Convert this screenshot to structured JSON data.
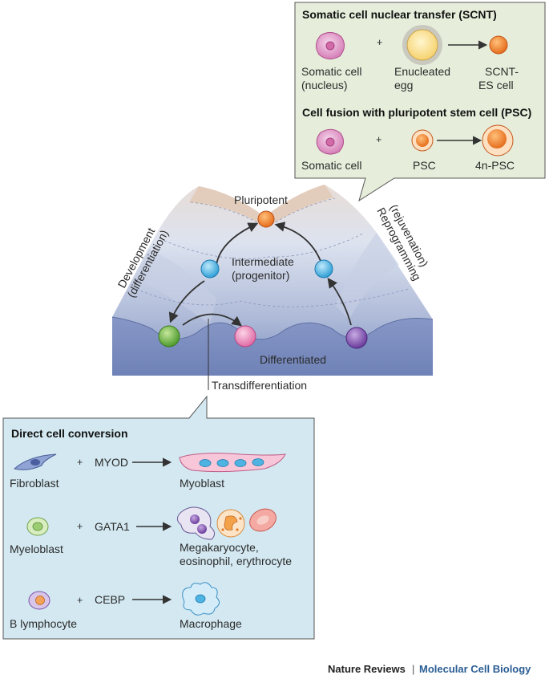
{
  "top_panel": {
    "scnt_title": "Somatic cell nuclear transfer (SCNT)",
    "scnt_somatic_l1": "Somatic cell",
    "scnt_somatic_l2": "(nucleus)",
    "plus": "+",
    "enucleated_l1": "Enucleated",
    "enucleated_l2": "egg",
    "scnt_es_l1": "SCNT-",
    "scnt_es_l2": "ES cell",
    "fusion_title": "Cell fusion with pluripotent stem cell (PSC)",
    "fusion_somatic": "Somatic cell",
    "psc": "PSC",
    "psc4n": "4n-PSC"
  },
  "landscape": {
    "pluripotent": "Pluripotent",
    "intermediate_l1": "Intermediate",
    "intermediate_l2": "(progenitor)",
    "differentiated": "Differentiated",
    "development_l1": "Development",
    "development_l2": "(differentiation)",
    "reprogramming_l1": "Reprogramming",
    "reprogramming_l2": "(rejuvenation)",
    "transdifferentiation": "Transdifferentiation"
  },
  "bottom_panel": {
    "title": "Direct cell conversion",
    "rows": [
      {
        "source": "Fibroblast",
        "factor": "MYOD",
        "target_l1": "Myoblast",
        "target_l2": ""
      },
      {
        "source": "Myeloblast",
        "factor": "GATA1",
        "target_l1": "Megakaryocyte,",
        "target_l2": "eosinophil, erythrocyte"
      },
      {
        "source": "B lymphocyte",
        "factor": "CEBP",
        "target_l1": "Macrophage",
        "target_l2": ""
      }
    ],
    "plus": "+"
  },
  "footer": {
    "journal": "Nature Reviews",
    "separator": "|",
    "subjournal": "Molecular Cell Biology"
  }
}
